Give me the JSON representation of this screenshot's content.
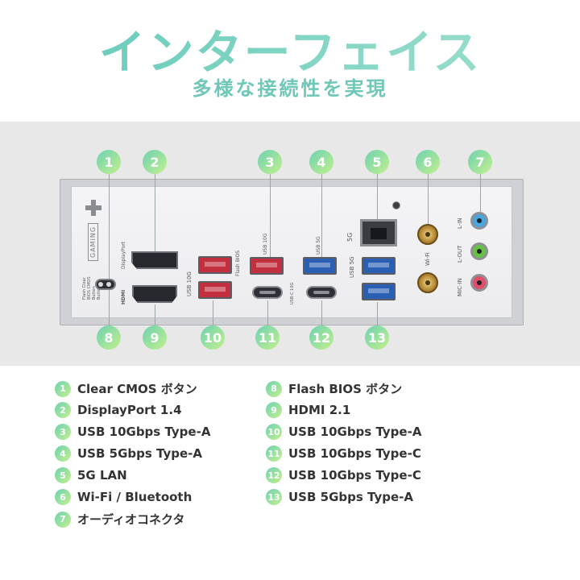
{
  "header": {
    "title": "インターフェイス",
    "subtitle": "多様な接続性を実現"
  },
  "panel": {
    "gaming_label": "GAMING",
    "labels": {
      "displayport": "DisplayPort",
      "hdmi": "HDMI",
      "usb10g_side": "USB 10G",
      "flash_bios": "Flash BIOS",
      "usb_10g_top": "USB 10G",
      "usb_5g_top": "USB 5G",
      "usb_5g_side": "USB 5G",
      "lan_5g": "5G",
      "wifi": "Wi-Fi",
      "line_in": "L-IN",
      "line_out": "L-OUT",
      "mic_in": "MIC-IN",
      "usbc_10g": "USB-C 10G",
      "cmos_text": "Flash Clear BIOS CMOS Button Button"
    }
  },
  "callouts": [
    "1",
    "2",
    "3",
    "4",
    "5",
    "6",
    "7",
    "8",
    "9",
    "10",
    "11",
    "12",
    "13"
  ],
  "legend": {
    "left": [
      {
        "num": "1",
        "text": "Clear CMOS ボタン"
      },
      {
        "num": "2",
        "text": "DisplayPort 1.4"
      },
      {
        "num": "3",
        "text": "USB 10Gbps Type-A"
      },
      {
        "num": "4",
        "text": "USB 5Gbps Type-A"
      },
      {
        "num": "5",
        "text": "5G LAN"
      },
      {
        "num": "6",
        "text": "Wi-Fi / Bluetooth"
      },
      {
        "num": "7",
        "text": "オーディオコネクタ"
      }
    ],
    "right": [
      {
        "num": "8",
        "text": "Flash BIOS ボタン"
      },
      {
        "num": "9",
        "text": "HDMI 2.1"
      },
      {
        "num": "10",
        "text": "USB 10Gbps Type-A"
      },
      {
        "num": "11",
        "text": "USB 10Gbps Type-C"
      },
      {
        "num": "12",
        "text": "USB 10Gbps Type-C"
      },
      {
        "num": "13",
        "text": "USB 5Gbps Type-A"
      }
    ]
  },
  "colors": {
    "accent": "#6fc7b7",
    "badge_start": "#6ed1b1",
    "badge_end": "#c2f08e",
    "usb_red": "#c22f3e",
    "usb_blue": "#2a5fb4"
  }
}
